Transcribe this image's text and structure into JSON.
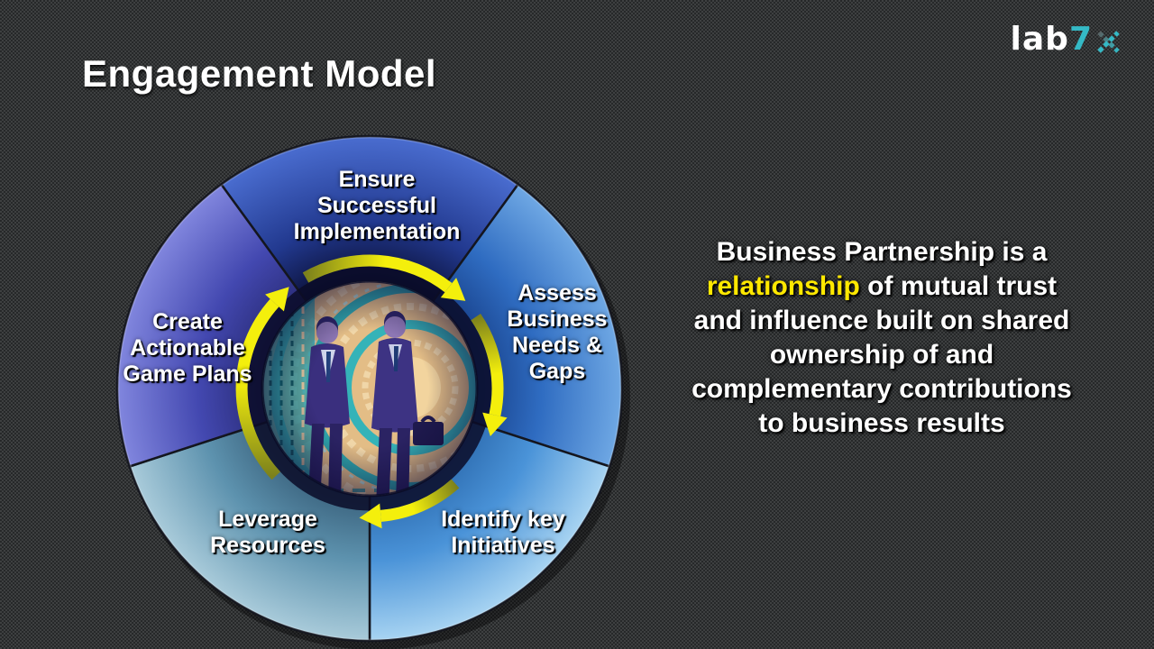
{
  "slide": {
    "title": "Engagement Model"
  },
  "logo": {
    "lab": "lab",
    "seven": "7",
    "accent_color": "#34b9c5",
    "x_dark_color": "#5a5d5e"
  },
  "wheel": {
    "center_image": "two-businessmen-walking-through-atrium",
    "arrow_tail_color": "#7c811c",
    "arrow_head_color": "#f4ef0c",
    "segments": [
      {
        "id": "ensure-successful-implementation",
        "label_lines": [
          "Ensure",
          "Successful",
          "Implementation"
        ],
        "color_inner": "#0a0e33",
        "color_mid": "#22398f",
        "color_outer": "#4a6dd0"
      },
      {
        "id": "assess-business-needs-gaps",
        "label_lines": [
          "Assess",
          "Business",
          "Needs &",
          "Gaps"
        ],
        "color_inner": "#173f88",
        "color_mid": "#2f6cc1",
        "color_outer": "#6fa8e4"
      },
      {
        "id": "identify-key-initiatives",
        "label_lines": [
          "Identify key",
          "Initiatives"
        ],
        "color_inner": "#2d6cb0",
        "color_mid": "#4a93d8",
        "color_outer": "#a8d4f2"
      },
      {
        "id": "leverage-resources",
        "label_lines": [
          "Leverage",
          "Resources"
        ],
        "color_inner": "#39617c",
        "color_mid": "#5d92ae",
        "color_outer": "#a9cbda"
      },
      {
        "id": "create-actionable-game-plans",
        "label_lines": [
          "Create",
          "Actionable",
          "Game Plans"
        ],
        "color_inner": "#282a74",
        "color_mid": "#4348b0",
        "color_outer": "#8186de"
      }
    ]
  },
  "statement": {
    "line1": "Business Partnership is a",
    "line2_highlight": "relationship",
    "line2_rest": " of mutual trust",
    "line3": "and influence built on shared",
    "line4": "ownership of and",
    "line5": "complementary contributions",
    "line6": "to business results",
    "highlight_color": "#ffe800"
  }
}
